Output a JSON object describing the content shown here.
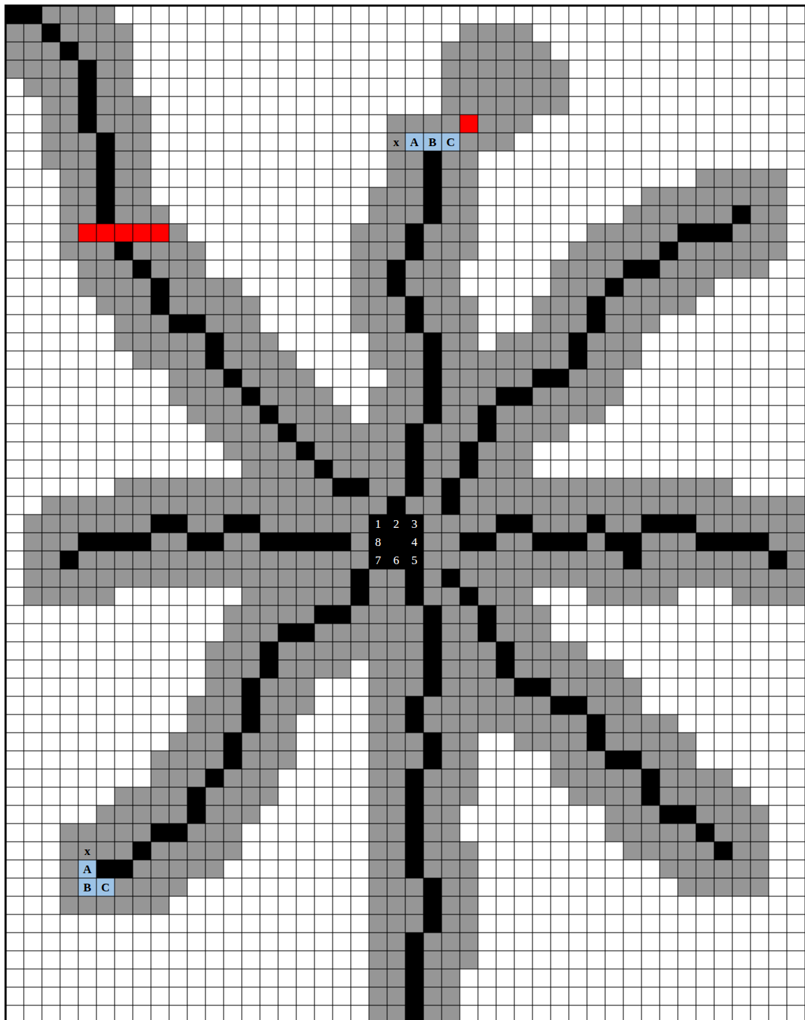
{
  "diagram": {
    "labels": [
      "x",
      "A",
      "B",
      "C",
      "1",
      "2",
      "3",
      "8",
      "4",
      "7",
      "6",
      "5",
      "x",
      "A",
      "B",
      "C"
    ]
  }
}
